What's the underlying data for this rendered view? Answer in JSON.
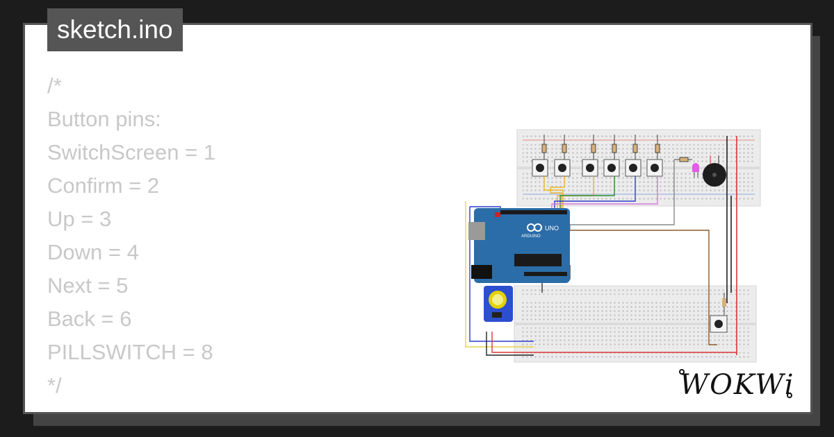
{
  "tab": {
    "title": "sketch.ino"
  },
  "code_lines": [
    "/*",
    "Button pins:",
    "SwitchScreen = 1",
    "Confirm = 2",
    "Up = 3",
    "Down = 4",
    "Next = 5",
    "Back = 6",
    "PILLSWITCH = 8",
    "*/"
  ],
  "board": {
    "label_uno": "UNO",
    "label_arduino": "ARDUINO"
  },
  "logo": {
    "text": "WOKWi"
  },
  "colors": {
    "background": "#1c1c1c",
    "card": "#ffffff",
    "tab": "#555555",
    "code_text": "#c8c8c8",
    "arduino_blue": "#2b6da8",
    "breadboard": "#eeeeee"
  }
}
